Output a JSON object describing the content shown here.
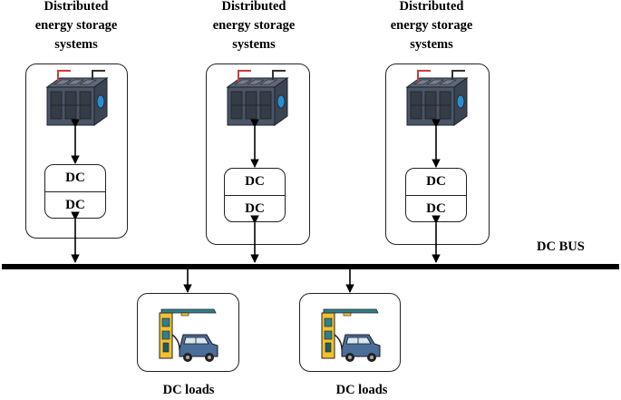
{
  "storage_units": [
    {
      "title_lines": [
        "Distributed",
        "energy storage",
        "systems"
      ],
      "converter_top": "DC",
      "converter_bottom": "DC"
    },
    {
      "title_lines": [
        "Distributed",
        "energy storage",
        "systems"
      ],
      "converter_top": "DC",
      "converter_bottom": "DC"
    },
    {
      "title_lines": [
        "Distributed",
        "energy storage",
        "systems"
      ],
      "converter_top": "DC",
      "converter_bottom": "DC"
    }
  ],
  "bus_label": "DC BUS",
  "loads": [
    {
      "label": "DC loads"
    },
    {
      "label": "DC loads"
    }
  ],
  "colors": {
    "battery_body": "#4a5566",
    "battery_terminal_pos": "#d23a3a",
    "battery_terminal_neg": "#333333",
    "charger_yellow": "#f2c12e",
    "car_blue": "#4a6d9a",
    "charger_teal": "#2f7f8c"
  },
  "icons": [
    "battery-pack-icon",
    "ev-charging-station-icon"
  ]
}
